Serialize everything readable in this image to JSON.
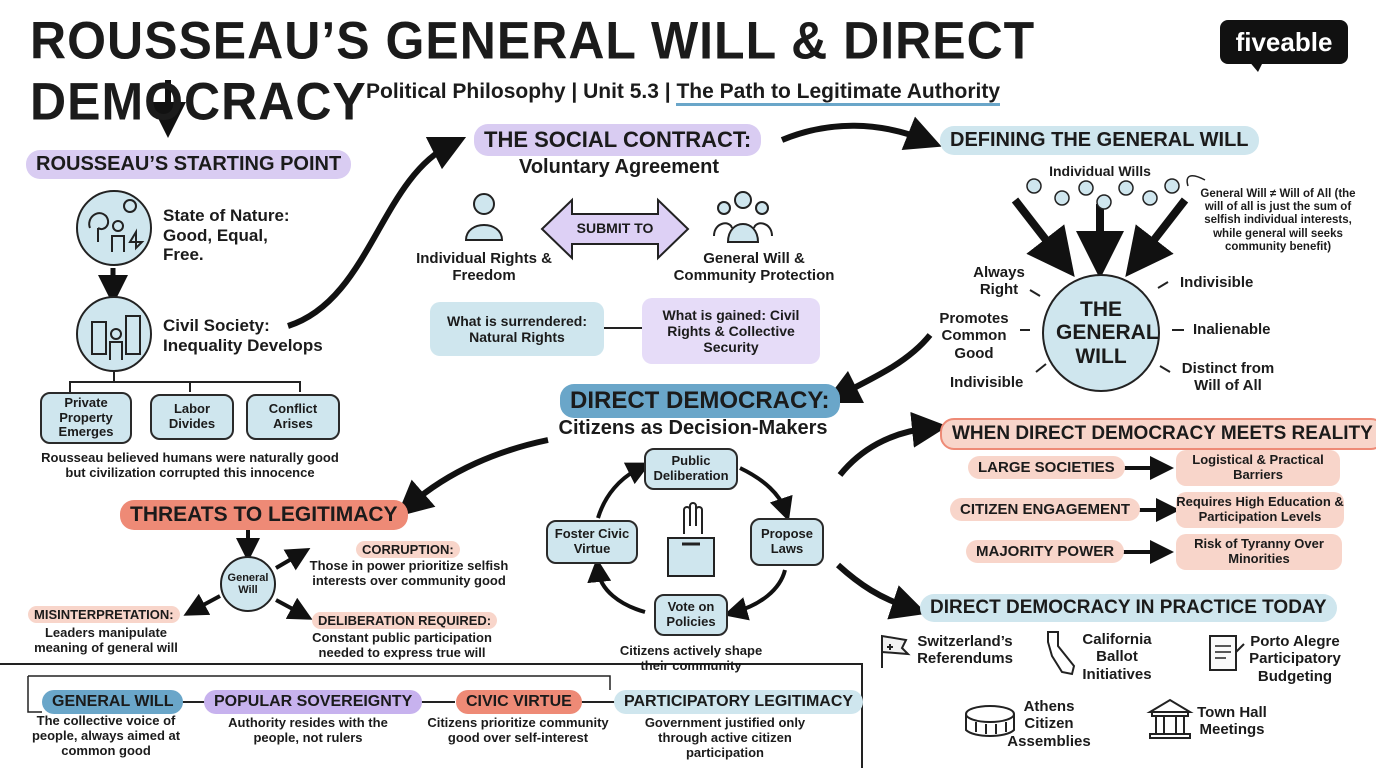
{
  "header": {
    "title": "ROUSSEAU’S GENERAL WILL & DIRECT DEMOCRACY",
    "subtitle_prefix": "Political Philosophy | Unit 5.3 |",
    "subtitle_highlight": "The Path to Legitimate Authority",
    "logo": "fiveable"
  },
  "starting_point": {
    "heading": "ROUSSEAU’S STARTING POINT",
    "state_of_nature": "State of Nature: Good, Equal, Free.",
    "civil_society": "Civil Society: Inequality Develops",
    "effects": [
      "Private Property Emerges",
      "Labor Divides",
      "Conflict Arises"
    ],
    "note": "Rousseau believed humans were naturally good but civilization corrupted this innocence"
  },
  "social_contract": {
    "heading": "THE SOCIAL CONTRACT:",
    "subheading": "Voluntary Agreement",
    "left_label": "Individual Rights & Freedom",
    "arrow_label": "SUBMIT TO",
    "right_label": "General Will & Community Protection",
    "surrendered": "What is surrendered: Natural Rights",
    "gained": "What is gained: Civil Rights & Collective Security"
  },
  "general_will": {
    "heading": "DEFINING THE GENERAL WILL",
    "individual_wills": "Individual Wills",
    "note": "General Will ≠ Will of All (the will of all is just the sum of selfish individual interests, while general will seeks community benefit)",
    "center": "THE GENERAL WILL",
    "properties": [
      "Always Right",
      "Indivisible",
      "Promotes Common Good",
      "Inalienable",
      "Indivisible",
      "Distinct from Will of All"
    ]
  },
  "direct_democracy": {
    "heading": "DIRECT DEMOCRACY:",
    "subheading": "Citizens as Decision-Makers",
    "cycle": [
      "Public Deliberation",
      "Propose Laws",
      "Vote on Policies",
      "Foster Civic Virtue"
    ],
    "note": "Citizens actively shape their community"
  },
  "threats": {
    "heading": "THREATS TO LEGITIMACY",
    "center": "General Will",
    "corruption_title": "CORRUPTION:",
    "corruption_text": "Those in power prioritize selfish interests over community good",
    "misinterpretation_title": "MISINTERPRETATION:",
    "misinterpretation_text": "Leaders manipulate meaning of general will",
    "deliberation_title": "DELIBERATION REQUIRED:",
    "deliberation_text": "Constant public participation needed to express true will"
  },
  "reality": {
    "heading": "WHEN DIRECT DEMOCRACY MEETS REALITY",
    "rows": [
      {
        "challenge": "LARGE SOCIETIES",
        "result": "Logistical & Practical Barriers"
      },
      {
        "challenge": "CITIZEN ENGAGEMENT",
        "result": "Requires High Education & Participation Levels"
      },
      {
        "challenge": "MAJORITY POWER",
        "result": "Risk of Tyranny Over Minorities"
      }
    ]
  },
  "practice": {
    "heading": "DIRECT DEMOCRACY IN PRACTICE TODAY",
    "examples": [
      "Switzerland’s Referendums",
      "California Ballot Initiatives",
      "Porto Alegre Participatory Budgeting",
      "Athens Citizen Assemblies",
      "Town Hall Meetings"
    ]
  },
  "concepts": [
    {
      "term": "GENERAL WILL",
      "definition": "The collective voice of people, always aimed at common good"
    },
    {
      "term": "POPULAR SOVEREIGNTY",
      "definition": "Authority resides with the people, not rulers"
    },
    {
      "term": "CIVIC VIRTUE",
      "definition": "Citizens prioritize community good over self-interest"
    },
    {
      "term": "PARTICIPATORY LEGITIMACY",
      "definition": "Government justified only through active citizen participation"
    }
  ],
  "colors": {
    "purple": "#d9ccf2",
    "blue": "#cfe6ee",
    "red": "#ee8a76",
    "pink": "#f8d5ca",
    "ink": "#1b1b1b"
  }
}
